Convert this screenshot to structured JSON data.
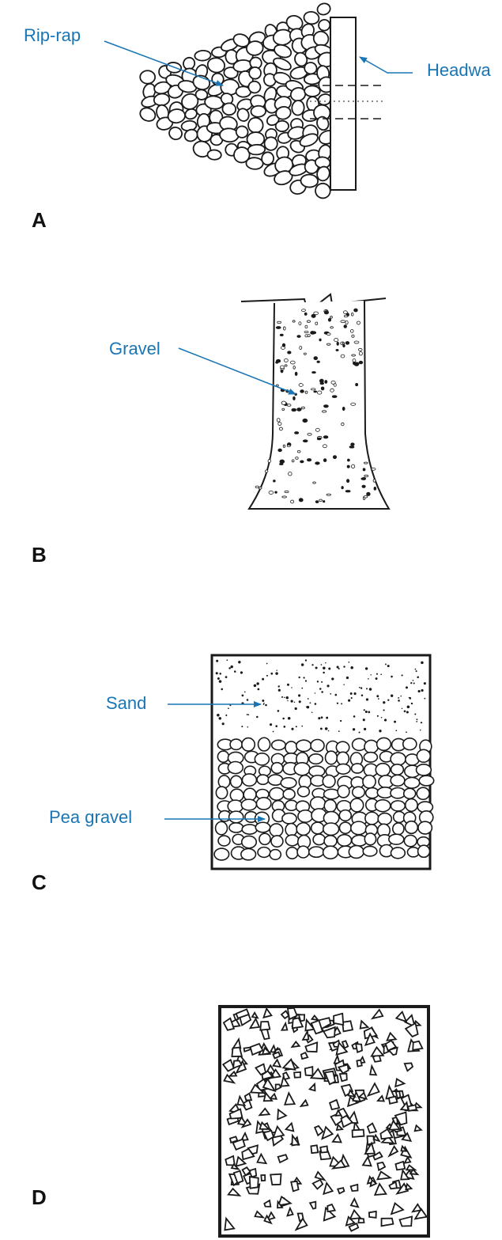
{
  "colors": {
    "callout": "#1a75b5",
    "ink": "#1a1a1a",
    "background": "#ffffff"
  },
  "panels": {
    "a": {
      "letter": "A",
      "riprap_label": "Rip-rap",
      "headwall_label": "Headwa"
    },
    "b": {
      "letter": "B",
      "gravel_label": "Gravel"
    },
    "c": {
      "letter": "C",
      "sand_label": "Sand",
      "pea_gravel_label": "Pea gravel"
    },
    "d": {
      "letter": "D"
    }
  }
}
